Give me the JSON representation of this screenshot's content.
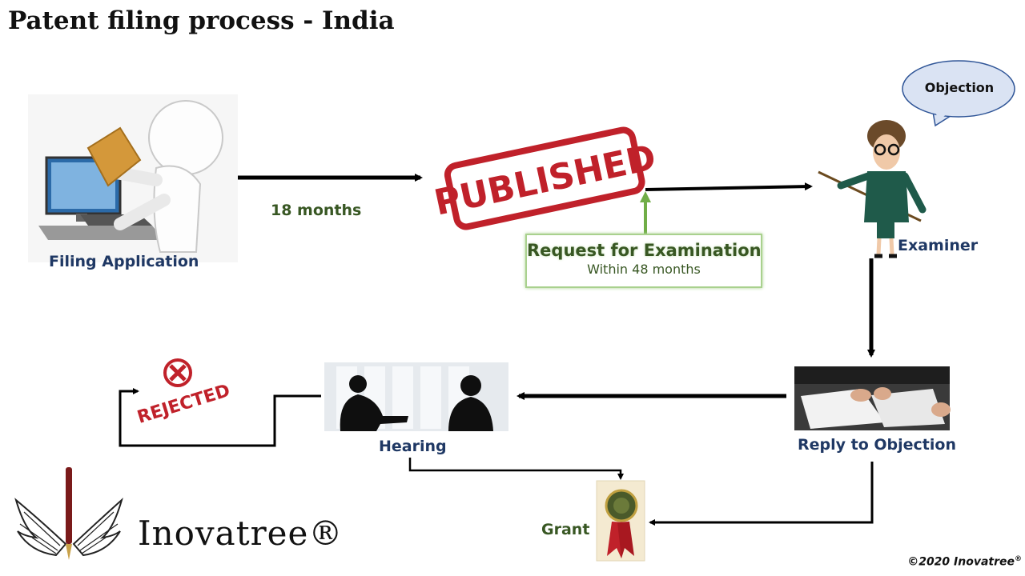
{
  "title": "Patent filing process - India",
  "labels": {
    "filing": "Filing Application",
    "months18": "18 months",
    "published": "PUBLISHED",
    "rfe_title": "Request for Examination",
    "rfe_sub": "Within 48 months",
    "objection": "Objection",
    "examiner": "Examiner",
    "reply": "Reply to Objection",
    "hearing": "Hearing",
    "rejected": "REJECTED",
    "grant": "Grant"
  },
  "brand": "Inovatree®",
  "copyright": "©2020 Inovatree",
  "copyright_mark": "®",
  "colors": {
    "label_blue": "#1f3864",
    "label_green": "#385723",
    "stamp_red": "#c0212a",
    "rfe_border": "#a9d18e",
    "rfe_arrow": "#70ad47",
    "bubble_fill": "#dae3f3",
    "bubble_stroke": "#2f5597"
  }
}
